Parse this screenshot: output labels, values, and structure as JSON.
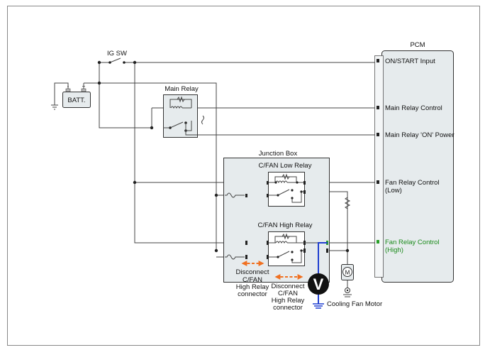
{
  "labels": {
    "pcm": "PCM",
    "on_start_input": "ON/START Input",
    "main_relay_control": "Main Relay Control",
    "main_relay_on_power": "Main Relay 'ON' Power",
    "fan_relay_control_low_1": "Fan Relay Control",
    "fan_relay_control_low_2": "(Low)",
    "fan_relay_control_high_1": "Fan Relay Control",
    "fan_relay_control_high_2": "(High)",
    "ig_sw": "IG SW",
    "batt": "BATT.",
    "main_relay": "Main Relay",
    "junction_box": "Junction Box",
    "cfan_low_relay": "C/FAN Low Relay",
    "cfan_high_relay": "C/FAN High Relay",
    "disconnect_left_1": "Disconnect",
    "disconnect_left_2": "C/FAN",
    "disconnect_left_3": "High Relay",
    "disconnect_left_4": "connector",
    "disconnect_right_1": "Disconnect",
    "disconnect_right_2": "C/FAN",
    "disconnect_right_3": "High Relay",
    "disconnect_right_4": "connector",
    "voltmeter": "V",
    "motor": "M",
    "cooling_fan_motor": "Cooling Fan Motor",
    "batt_plus": "+",
    "batt_minus": "-"
  },
  "colors": {
    "box_fill": "#e6ebed",
    "arrow": "#f07020",
    "measure_wire": "#1f3fd0",
    "highlight_text": "#1a8a1a",
    "highlight_pin": "#2aa02a"
  }
}
